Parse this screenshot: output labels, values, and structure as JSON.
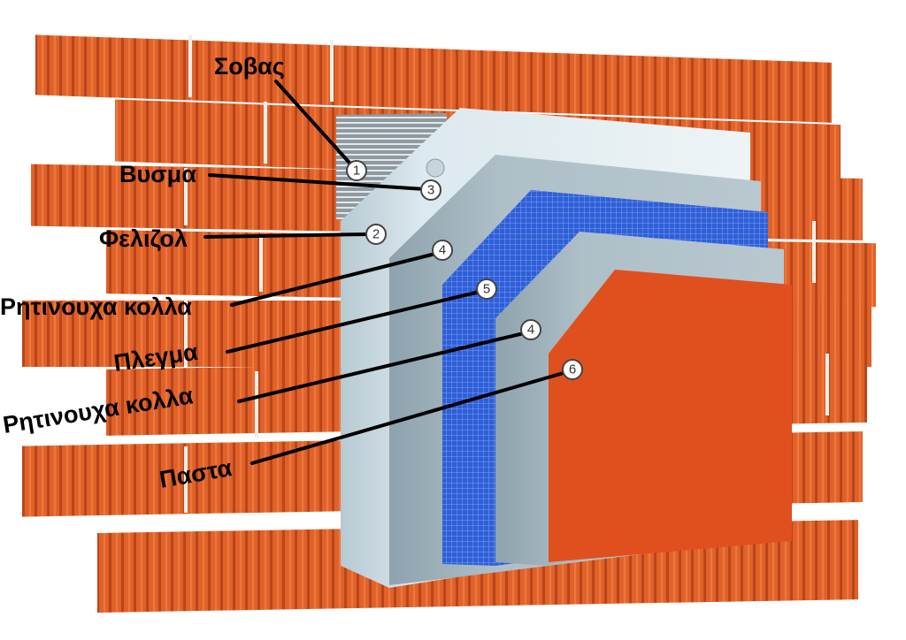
{
  "title": "Θερμοπρόσοψη - στρώσεις",
  "labels": [
    {
      "text": "Σοβας",
      "number": "1"
    },
    {
      "text": "Βυσμα",
      "number": "3"
    },
    {
      "text": "Φελιζολ",
      "number": "2"
    },
    {
      "text": "Ρητινουχα κολλα",
      "number": "4"
    },
    {
      "text": "Πλεγμα",
      "number": "5"
    },
    {
      "text": "Ρητινουχα κολλα",
      "number": "4"
    },
    {
      "text": "Παστα",
      "number": "6"
    }
  ],
  "colors": {
    "brick": "#e0622a",
    "mortar": "#f3efe8",
    "insulation": "#dce9ee",
    "adhesive": "#a9bcc6",
    "mesh": "#2f5fd8",
    "paste": "#e0501f"
  }
}
